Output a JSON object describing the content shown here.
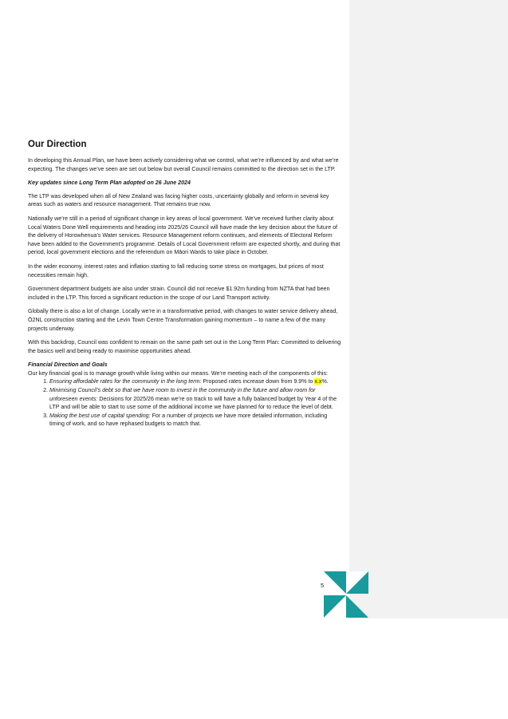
{
  "heading": "Our Direction",
  "intro": "In developing this Annual Plan, we have been actively considering what we control, what we’re influenced by and what we’re expecting.  The changes we’ve seen are set out below but overall Council remains committed to the direction set in the LTP.",
  "key_updates_heading": "Key updates since Long Term Plan adopted on 26 June 2024",
  "paragraphs": [
    "The LTP was developed when all of New Zealand was facing higher costs, uncertainty globally and reform in several key areas such as waters and resource management. That remains true now.",
    "Nationally we’re still in a period of significant change in key areas of local government.  We’ve received further clarity about Local Waters Done Well requirements and heading into 2025/26 Council will have made the key decision about the future of the delivery of Horowhenua’s Water services.  Resource Management reform continues, and elements of Electoral Reform have been added to the Government’s programme.  Details of Local Government reform are expected shortly, and during that period, local government elections and the referendum on Māori Wards to take place in October.",
    "In the wider economy, interest rates and inflation starting to fall reducing some stress on mortgages, but prices of most necessities remain high.",
    "Government department budgets are also under strain.  Council did not receive $1.92m funding from NZTA that had been included in the LTP.  This forced a significant reduction in the scope of our Land Transport activity.",
    "Globally there is also a lot of change.  Locally we’re in a transformative period, with changes to water service delivery ahead, Ō2NL construction starting and the Levin Town Centre Transformation gaining momentum – to name a few of the many projects underway.",
    "With this backdrop, Council was confident to remain on the same path set out in the Long Term Plan: Committed to delivering the basics well and being ready to maximise opportunities ahead."
  ],
  "financial_heading": "Financial Direction and Goals",
  "financial_intro": "Our key financial goal is to manage growth while living within our means. We’re meeting each of the components of this:",
  "goals": [
    {
      "lead": "Ensuring affordable rates for the community in the long term:",
      "text": " Proposed rates increase down from 9.9% to ",
      "highlight": "x.x",
      "tail": "%."
    },
    {
      "lead": "Minimising Council’s debt so that we have room to invest in the community in the future and allow room for unforeseen events:",
      "text": " Decisions for 2025/26 mean we’re on track to will have a fully balanced budget by Year 4 of the LTP and will be able to start to use some of the additional income we have planned for to reduce the level of debt.",
      "highlight": "",
      "tail": ""
    },
    {
      "lead": "Making the best use of capital spending:",
      "text": " For a number of projects we have more detailed information, including timing of work, and so have rephased budgets to match that.",
      "highlight": "",
      "tail": ""
    }
  ],
  "page_number": "5",
  "colors": {
    "teal": "#1a9a9c",
    "comment_bg": "#f2f2f2",
    "highlight": "#ffff00"
  }
}
